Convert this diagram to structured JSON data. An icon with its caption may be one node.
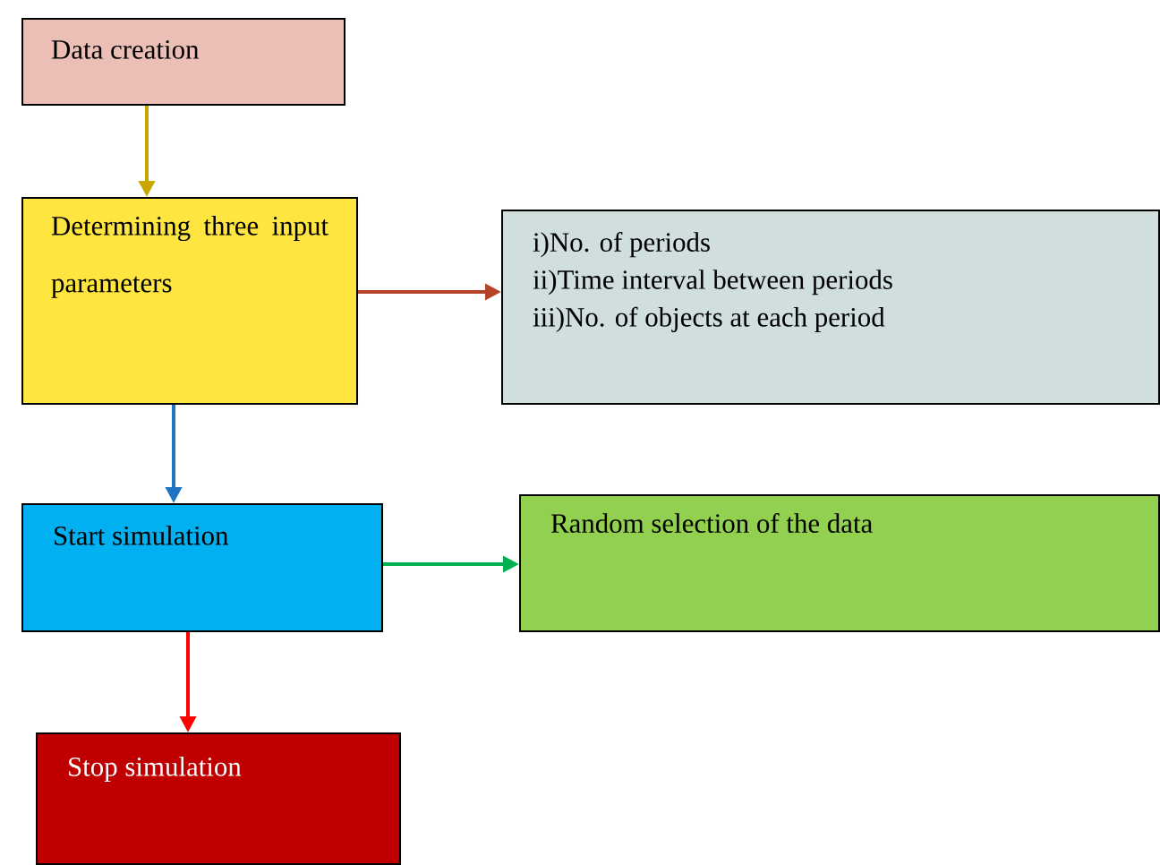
{
  "diagram": {
    "nodes": [
      {
        "text": [
          "Data creation"
        ]
      },
      {
        "text": [
          "Determining three input parameters"
        ]
      },
      {
        "text": [
          "i)No. of periods",
          "ii)Time interval between periods",
          "iii)No. of objects at each period"
        ]
      },
      {
        "text": [
          "Start simulation"
        ]
      },
      {
        "text": [
          "Random selection of the data"
        ]
      },
      {
        "text": [
          "Stop simulation"
        ]
      }
    ],
    "edges": [
      {
        "from": 0,
        "to": 1,
        "arrow": "to",
        "color": "#c8a800"
      },
      {
        "from": 1,
        "to": 2,
        "arrow": "to",
        "color": "#b5432a"
      },
      {
        "from": 1,
        "to": 3,
        "arrow": "to",
        "color": "#1f74c2"
      },
      {
        "from": 3,
        "to": 4,
        "arrow": "to",
        "color": "#00b050"
      },
      {
        "from": 3,
        "to": 5,
        "arrow": "to",
        "color": "#ff0000"
      }
    ]
  }
}
